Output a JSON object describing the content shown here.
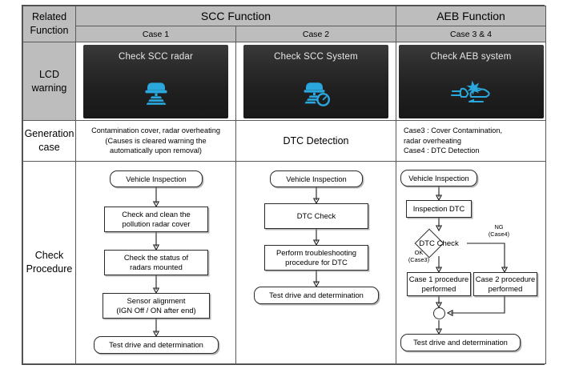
{
  "table": {
    "header": {
      "row_label": "Related\nFunction",
      "groups": [
        {
          "label": "SCC Function",
          "span": 2
        },
        {
          "label": "AEB Function",
          "span": 1
        }
      ],
      "cases": [
        "Case 1",
        "Case 2",
        "Case 3 & 4"
      ]
    },
    "rows": {
      "lcd_warning": {
        "label": "LCD warning",
        "panels": [
          {
            "title": "Check SCC radar",
            "icon": "car-radar-icon",
            "color": "#2aa8dd"
          },
          {
            "title": "Check SCC System",
            "icon": "car-radar-gauge-icon",
            "color": "#2aa8dd"
          },
          {
            "title": "Check AEB system",
            "icon": "car-collision-icon",
            "color": "#2aa8dd"
          }
        ]
      },
      "generation_case": {
        "label": "Generation\ncase",
        "cells": [
          "Contamination cover, radar overheating\n(Causes is cleared warning the\nautomatically upon removal)",
          "DTC Detection",
          "Case3 : Cover Contamination,\n radar overheating\nCase4 : DTC Detection"
        ]
      },
      "check_procedure": {
        "label": "Check\nProcedure"
      }
    }
  },
  "flow_case1": {
    "nodes": [
      {
        "id": "n1",
        "text": "Vehicle Inspection",
        "shape": "round"
      },
      {
        "id": "n2",
        "text": "Check and clean the\npollution radar cover",
        "shape": "rect"
      },
      {
        "id": "n3",
        "text": "Check the status of\nradars mounted",
        "shape": "rect"
      },
      {
        "id": "n4",
        "text": "Sensor alignment\n(IGN Off / ON after end)",
        "shape": "rect"
      },
      {
        "id": "n5",
        "text": "Test drive and determination",
        "shape": "round"
      }
    ]
  },
  "flow_case2": {
    "nodes": [
      {
        "id": "n1",
        "text": "Vehicle Inspection",
        "shape": "round"
      },
      {
        "id": "n2",
        "text": "DTC Check",
        "shape": "rect"
      },
      {
        "id": "n3",
        "text": "Perform troubleshooting\nprocedure for DTC",
        "shape": "rect"
      },
      {
        "id": "n4",
        "text": "Test drive and determination",
        "shape": "round"
      }
    ]
  },
  "flow_case34": {
    "nodes": [
      {
        "id": "n1",
        "text": "Vehicle Inspection",
        "shape": "round"
      },
      {
        "id": "n2",
        "text": "Inspection DTC",
        "shape": "rect"
      },
      {
        "id": "n3",
        "text": "DTC Check",
        "shape": "diamond"
      },
      {
        "id": "n4",
        "text": "Case 1 procedure\nperformed",
        "shape": "rect"
      },
      {
        "id": "n5",
        "text": "Case 2 procedure\nperformed",
        "shape": "rect"
      },
      {
        "id": "n6",
        "text": "",
        "shape": "circle"
      },
      {
        "id": "n7",
        "text": "Test drive and determination",
        "shape": "round"
      }
    ],
    "edge_labels": {
      "ok": "OK\n(Case3)",
      "ng": "NG\n(Case4)"
    }
  }
}
